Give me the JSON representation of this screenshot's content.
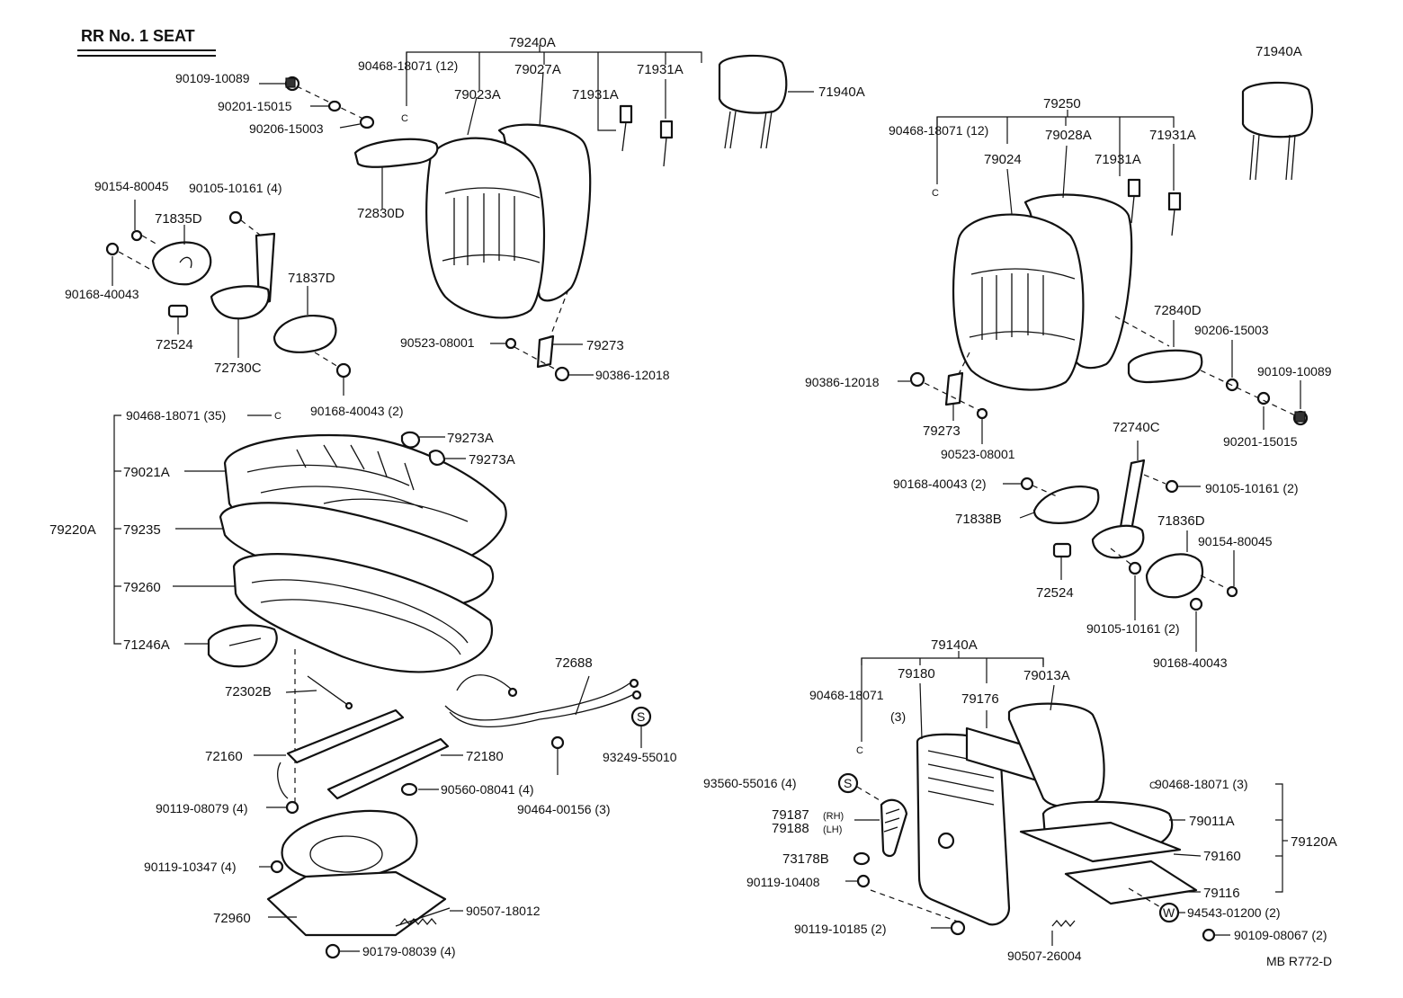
{
  "title": "RR No. 1  SEAT",
  "footer_code": "MB R772-D",
  "labels": {
    "p79240A": "79240A",
    "p90468_18071_12a": "90468-18071 (12)",
    "p79023A": "79023A",
    "p79027A": "79027A",
    "p71931A_a1": "71931A",
    "p71931A_a2": "71931A",
    "p71940A_a": "71940A",
    "p90109_10089_a": "90109-10089",
    "p90201_15015_a": "90201-15015",
    "p90206_15003_a": "90206-15003",
    "p72830D": "72830D",
    "p90154_80045_a": "90154-80045",
    "p90105_10161_4a": "90105-10161 (4)",
    "p71835D": "71835D",
    "p90168_40043_a": "90168-40043",
    "p71837D": "71837D",
    "p72524_a": "72524",
    "p72730C": "72730C",
    "p90168_40043_2a": "90168-40043 (2)",
    "p90523_08001_a": "90523-08001",
    "p79273_a": "79273",
    "p90386_12018_a": "90386-12018",
    "p71940A_b": "71940A",
    "p79250": "79250",
    "p90468_18071_12b": "90468-18071 (12)",
    "p79024": "79024",
    "p79028A": "79028A",
    "p71931A_b1": "71931A",
    "p71931A_b2": "71931A",
    "p72840D": "72840D",
    "p90206_15003_b": "90206-15003",
    "p90109_10089_b": "90109-10089",
    "p90386_12018_b": "90386-12018",
    "p79273_b": "79273",
    "p90523_08001_b": "90523-08001",
    "p90201_15015_b": "90201-15015",
    "p72740C": "72740C",
    "p90168_40043_2b": "90168-40043 (2)",
    "p90105_10161_2a": "90105-10161 (2)",
    "p71838B": "71838B",
    "p71836D": "71836D",
    "p90154_80045_b": "90154-80045",
    "p72524_b": "72524",
    "p90105_10161_2b": "90105-10161 (2)",
    "p90168_40043_b": "90168-40043",
    "p90468_18071_35": "90468-18071 (35)",
    "p79021A": "79021A",
    "p79273A_1": "79273A",
    "p79273A_2": "79273A",
    "p79220A": "79220A",
    "p79235": "79235",
    "p79260": "79260",
    "p71246A": "71246A",
    "p72302B": "72302B",
    "p72688": "72688",
    "p93249_55010": "93249-55010",
    "p72160": "72160",
    "p72180": "72180",
    "p90560_08041": "90560-08041 (4)",
    "p90464_00156": "90464-00156 (3)",
    "p90119_08079": "90119-08079 (4)",
    "p90119_10347": "90119-10347 (4)",
    "p72960": "72960",
    "p90507_18012": "90507-18012",
    "p90179_08039": "90179-08039 (4)",
    "p79140A": "79140A",
    "p79180": "79180",
    "p79176": "79176",
    "p79013A": "79013A",
    "p90468_18071_3a": "90468-18071",
    "p3": "(3)",
    "p93560_55016": "93560-55016 (4)",
    "p79187": "79187",
    "p79187_rh": "(RH)",
    "p79188": "79188",
    "p79188_lh": "(LH)",
    "p73178B": "73178B",
    "p90119_10408": "90119-10408",
    "p90119_10185": "90119-10185 (2)",
    "p90507_26004": "90507-26004",
    "p90468_18071_3b": "90468-18071 (3)",
    "p79011A": "79011A",
    "p79120A": "79120A",
    "p79160": "79160",
    "p79116": "79116",
    "p94543_01200": "94543-01200 (2)",
    "p90109_08067": "90109-08067 (2)",
    "mark_s1": "S",
    "mark_s2": "S",
    "mark_w": "W"
  }
}
